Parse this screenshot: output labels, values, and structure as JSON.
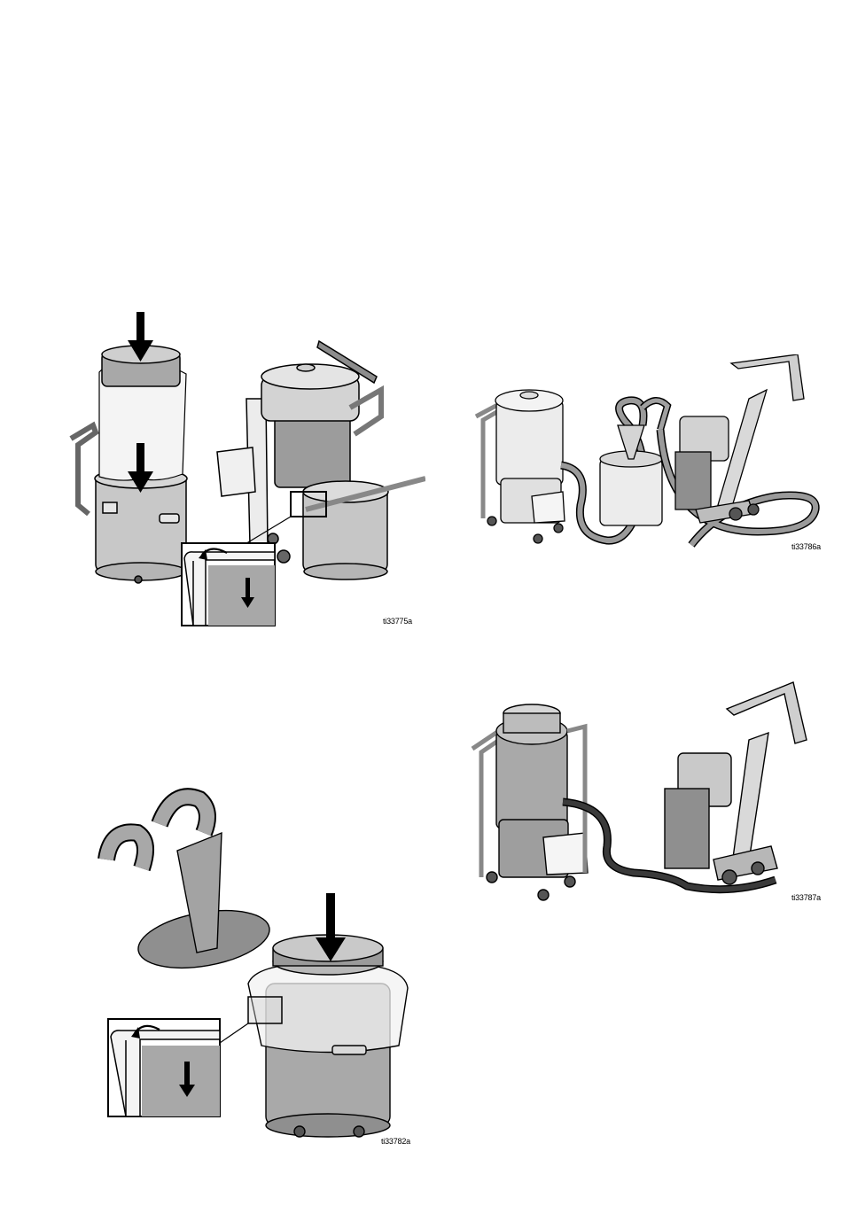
{
  "figures": [
    {
      "id": "fig-bag-install",
      "caption": "ti33775a"
    },
    {
      "id": "fig-cyclone-hose-setup",
      "caption": "ti33786a"
    },
    {
      "id": "fig-cyclone-bag-install",
      "caption": "ti33782a"
    },
    {
      "id": "fig-direct-hose-setup",
      "caption": "ti33787a"
    }
  ],
  "colors": {
    "line": "#000000",
    "drum": "#bfbfbf",
    "drum_dark": "#8c8c8c",
    "light": "#ececec",
    "bag": "#f4f4f4",
    "hose": "#9a9a9a",
    "hose_dark": "#3a3a3a"
  },
  "icons": [
    "down-arrow-icon",
    "curved-arrow-icon"
  ]
}
